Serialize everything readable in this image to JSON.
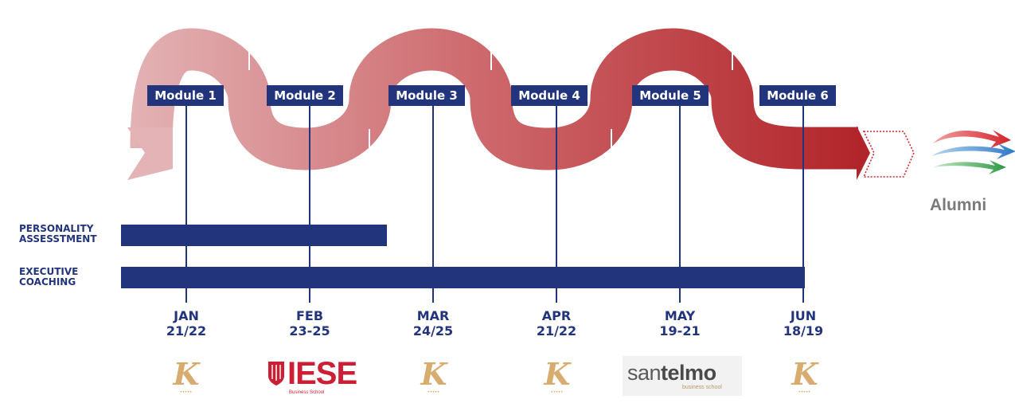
{
  "modules": [
    {
      "label": "Module 1",
      "month": "JAN",
      "days": "21/22",
      "venue": "k-logo"
    },
    {
      "label": "Module 2",
      "month": "FEB",
      "days": "23-25",
      "venue": "iese-logo"
    },
    {
      "label": "Module 3",
      "month": "MAR",
      "days": "24/25",
      "venue": "k-logo"
    },
    {
      "label": "Module 4",
      "month": "APR",
      "days": "21/22",
      "venue": "k-logo"
    },
    {
      "label": "Module 5",
      "month": "MAY",
      "days": "19-21",
      "venue": "santelmo-logo"
    },
    {
      "label": "Module 6",
      "month": "JUN",
      "days": "18/19",
      "venue": "k-logo"
    }
  ],
  "tracks": {
    "personality": {
      "line1": "PERSONALITY",
      "line2": "ASSESSTMENT",
      "span": "Jan–Mar"
    },
    "coaching": {
      "line1": "EXECUTIVE",
      "line2": "COACHING",
      "span": "Jan–Jun"
    }
  },
  "logos": {
    "k_glyph": "K",
    "iese": {
      "word": "IESE",
      "sub": "Business School"
    },
    "santelmo": {
      "part1": "san",
      "part2": "telmo",
      "sub": "business school"
    }
  },
  "alumni": {
    "label": "Alumni",
    "icon": "arrows-swoosh-icon"
  },
  "colors": {
    "navy": "#22347c",
    "wave_start": "#e3b3b5",
    "wave_end": "#b12429",
    "gold": "#d8ac6e",
    "iese_red": "#cc1f35"
  }
}
